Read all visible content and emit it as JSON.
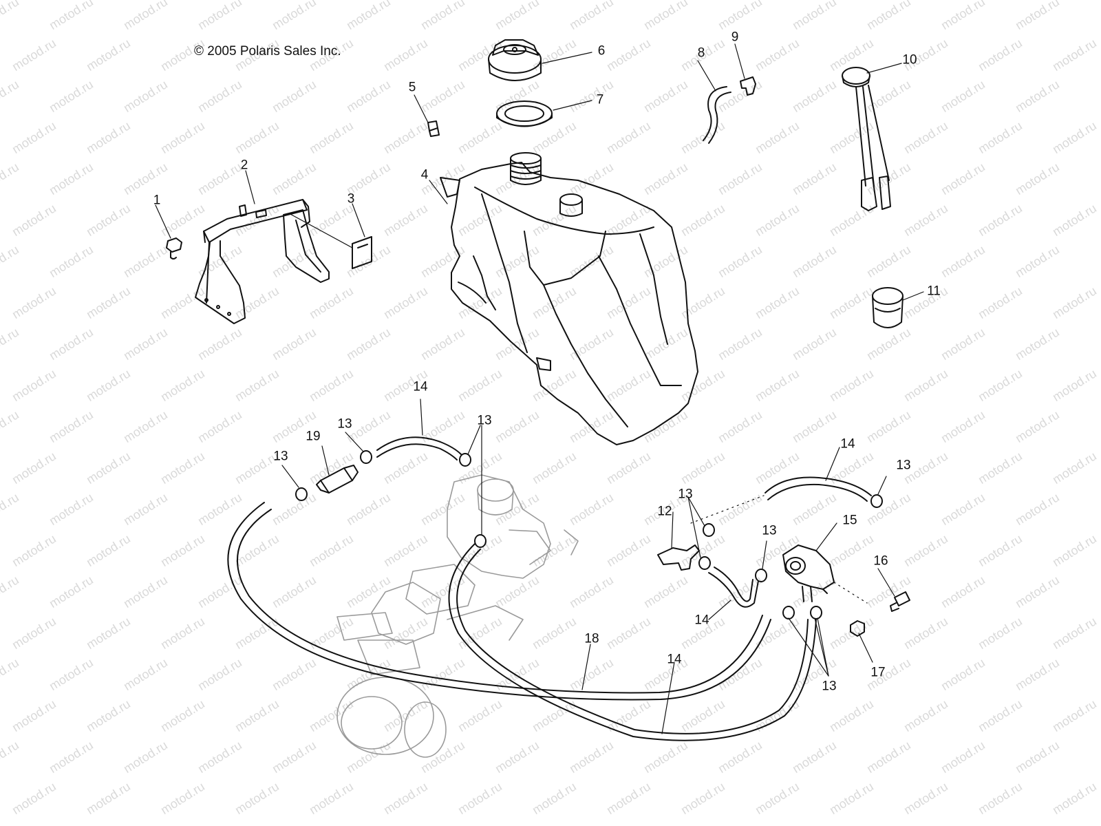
{
  "copyright": "© 2005 Polaris Sales Inc.",
  "watermark_text": "motod.ru",
  "callouts": [
    {
      "id": "c1",
      "label": "1"
    },
    {
      "id": "c2",
      "label": "2"
    },
    {
      "id": "c3",
      "label": "3"
    },
    {
      "id": "c4",
      "label": "4"
    },
    {
      "id": "c5",
      "label": "5"
    },
    {
      "id": "c6",
      "label": "6"
    },
    {
      "id": "c7",
      "label": "7"
    },
    {
      "id": "c8",
      "label": "8"
    },
    {
      "id": "c9",
      "label": "9"
    },
    {
      "id": "c10",
      "label": "10"
    },
    {
      "id": "c11",
      "label": "11"
    },
    {
      "id": "c12",
      "label": "12"
    },
    {
      "id": "c13a",
      "label": "13"
    },
    {
      "id": "c13b",
      "label": "13"
    },
    {
      "id": "c13c",
      "label": "13"
    },
    {
      "id": "c13d",
      "label": "13"
    },
    {
      "id": "c13e",
      "label": "13"
    },
    {
      "id": "c13f",
      "label": "13"
    },
    {
      "id": "c13g",
      "label": "13"
    },
    {
      "id": "c14a",
      "label": "14"
    },
    {
      "id": "c14b",
      "label": "14"
    },
    {
      "id": "c14c",
      "label": "14"
    },
    {
      "id": "c14d",
      "label": "14"
    },
    {
      "id": "c15",
      "label": "15"
    },
    {
      "id": "c16",
      "label": "16"
    },
    {
      "id": "c17",
      "label": "17"
    },
    {
      "id": "c18",
      "label": "18"
    },
    {
      "id": "c19",
      "label": "19"
    }
  ]
}
